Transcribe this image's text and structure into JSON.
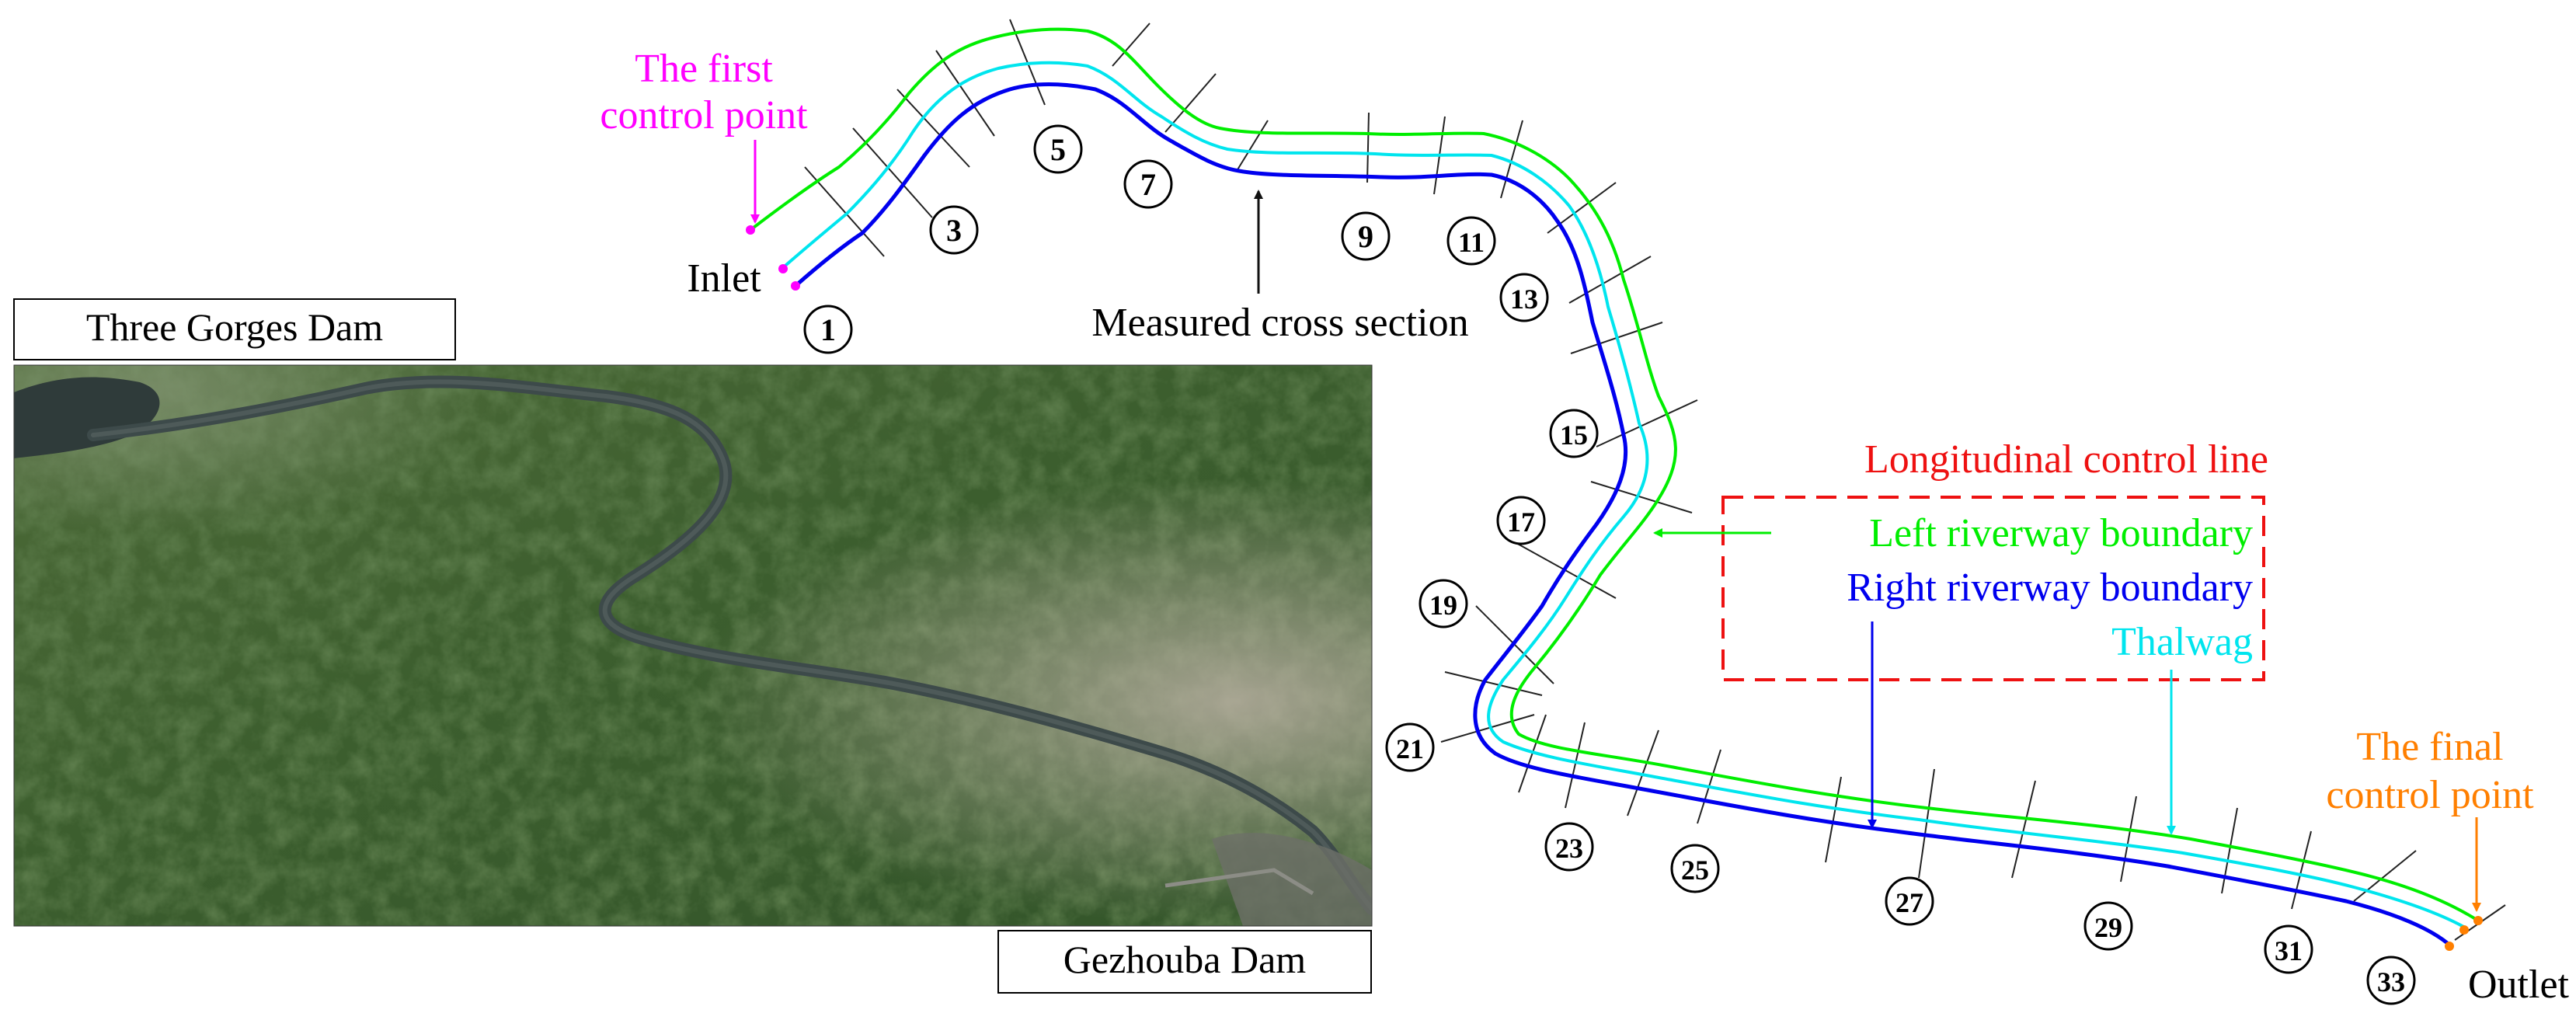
{
  "satellite": {
    "top_left_label": "Three Gorges Dam",
    "bottom_right_label": "Gezhouba Dam"
  },
  "annotations": {
    "first_control_point": [
      "The first",
      "control point"
    ],
    "final_control_point": [
      "The final",
      "control point"
    ],
    "inlet": "Inlet",
    "outlet": "Outlet",
    "measured_cross_section": "Measured cross section"
  },
  "legend": {
    "title": "Longitudinal control line",
    "items": [
      {
        "key": "left",
        "label": "Left riverway boundary",
        "color": "#00ee00"
      },
      {
        "key": "right",
        "label": "Right riverway boundary",
        "color": "#0000ee"
      },
      {
        "key": "thalweg",
        "label": "Thalwag",
        "color": "#00e5ee"
      }
    ]
  },
  "colors": {
    "first_point": "#ff00ff",
    "final_point": "#ff7f00",
    "title_red": "#ee1111",
    "section_line": "#222222"
  },
  "section_numbers": [
    "1",
    "3",
    "5",
    "7",
    "9",
    "11",
    "13",
    "15",
    "17",
    "19",
    "21",
    "23",
    "25",
    "27",
    "29",
    "31",
    "33"
  ]
}
